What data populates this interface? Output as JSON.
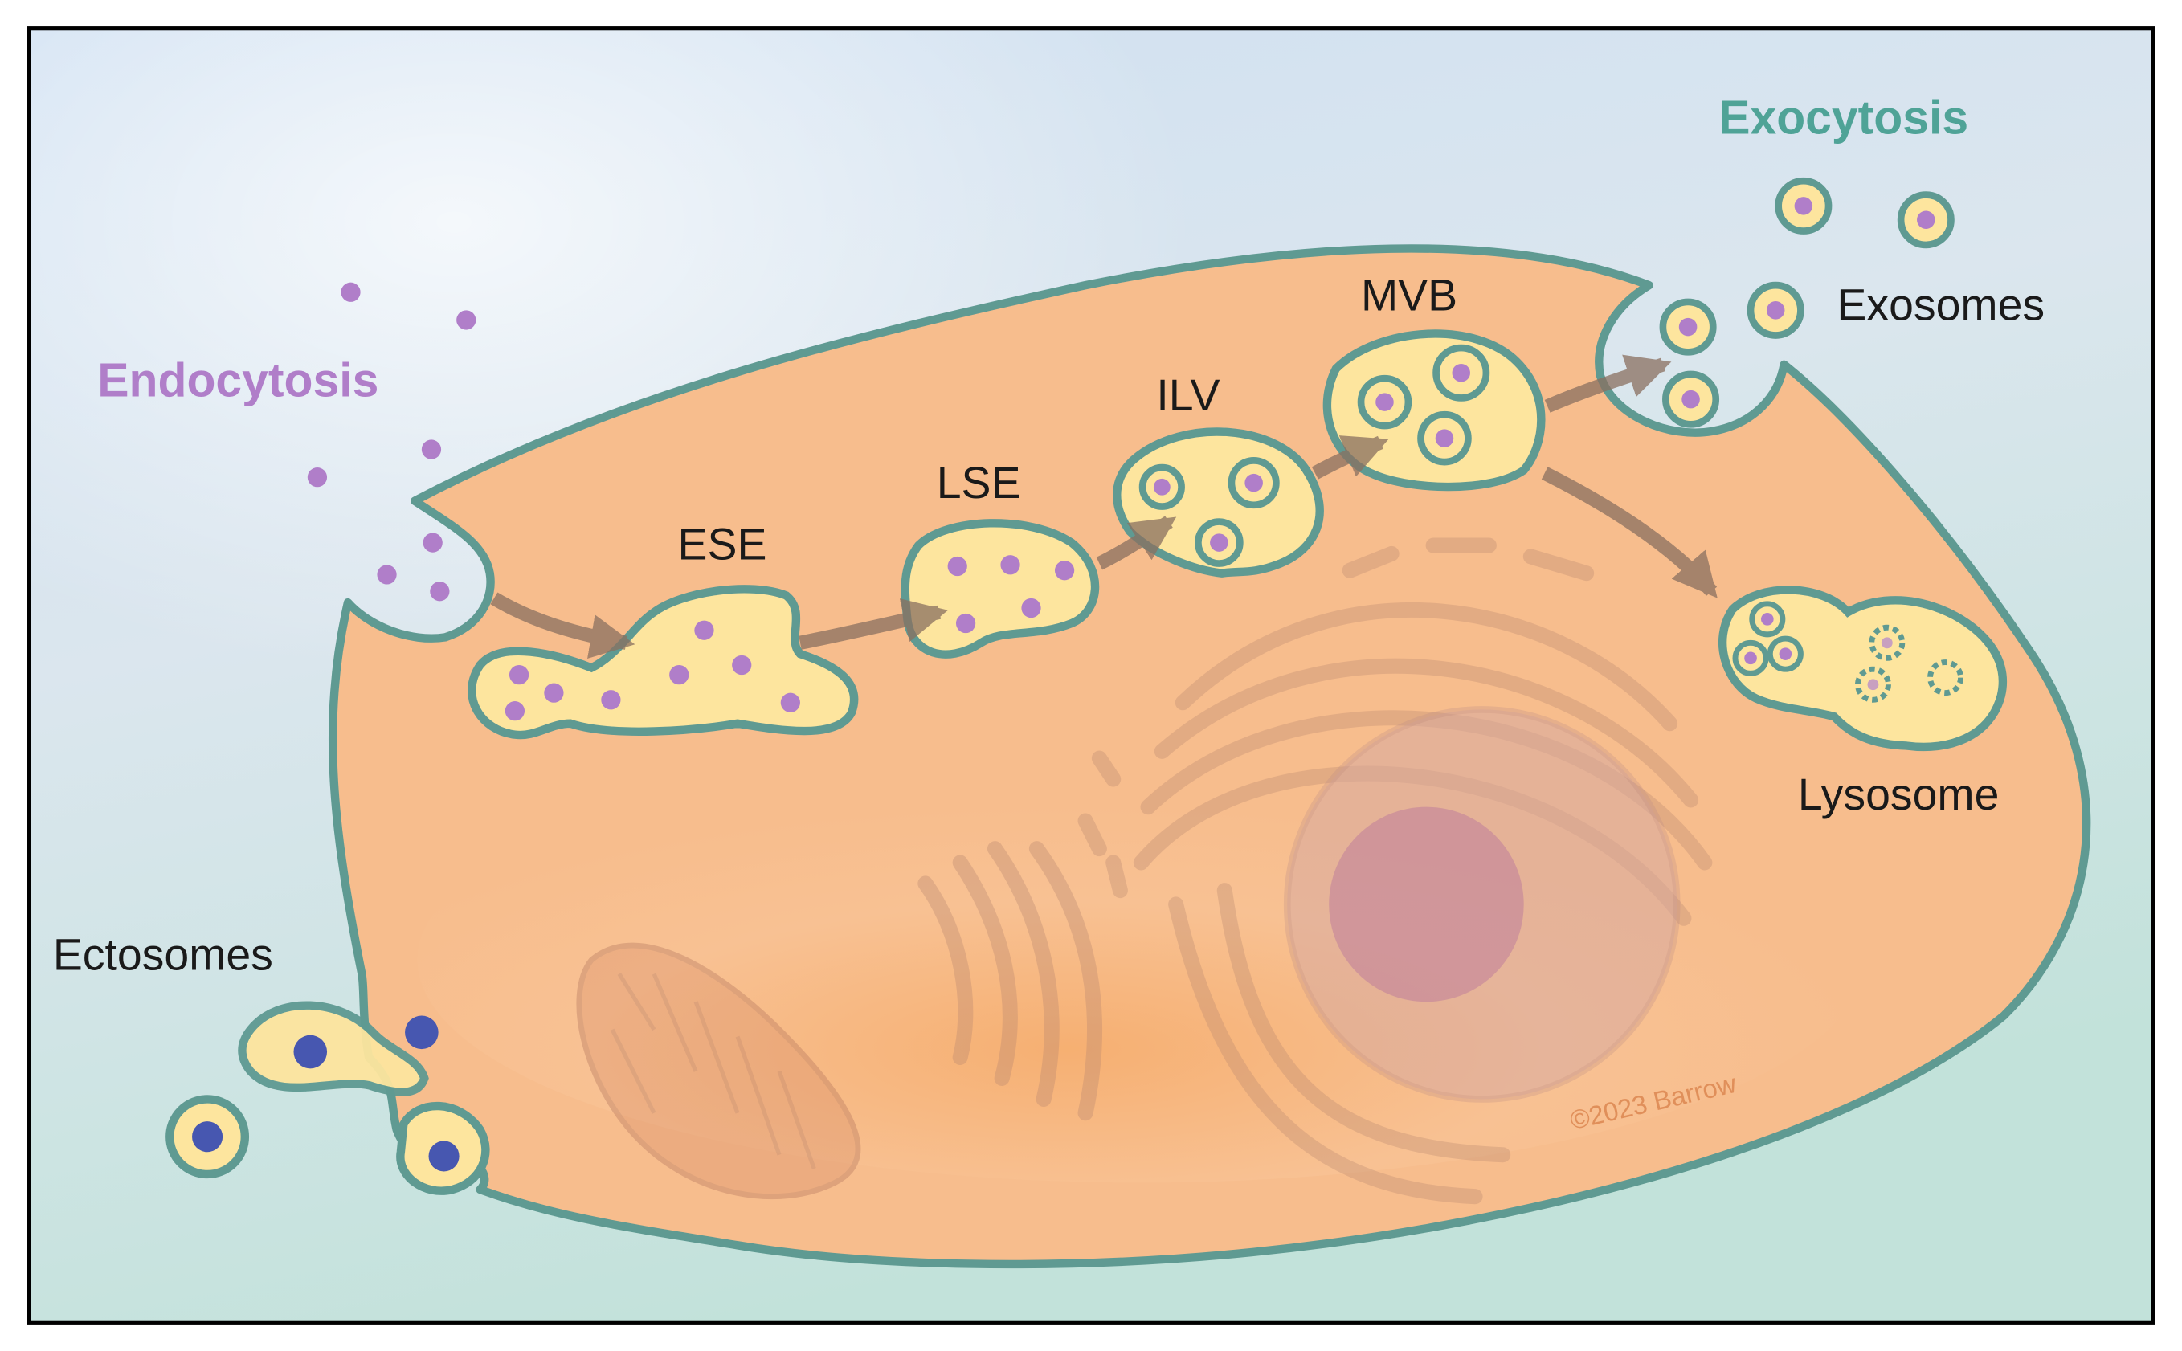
{
  "diagram": {
    "labels": {
      "endocytosis": "Endocytosis",
      "exocytosis": "Exocytosis",
      "exosomes": "Exosomes",
      "ectosomes": "Ectosomes",
      "ese": "ESE",
      "lse": "LSE",
      "ilv": "ILV",
      "mvb": "MVB",
      "lysosome": "Lysosome",
      "copyright": "©2023 Barrow"
    },
    "colors": {
      "frame": "#000000",
      "membrane": "#5f9a92",
      "cytoplasm": "#f7bd8d",
      "vesicle_fill": "#fde59e",
      "cargo_purple": "#b07ec9",
      "ectosome_blue": "#4757b0",
      "endocytosis_text": "#b07ec9",
      "exocytosis_text": "#4fa397",
      "arrow": "#917868",
      "copyright_text": "#e08f5a"
    }
  }
}
